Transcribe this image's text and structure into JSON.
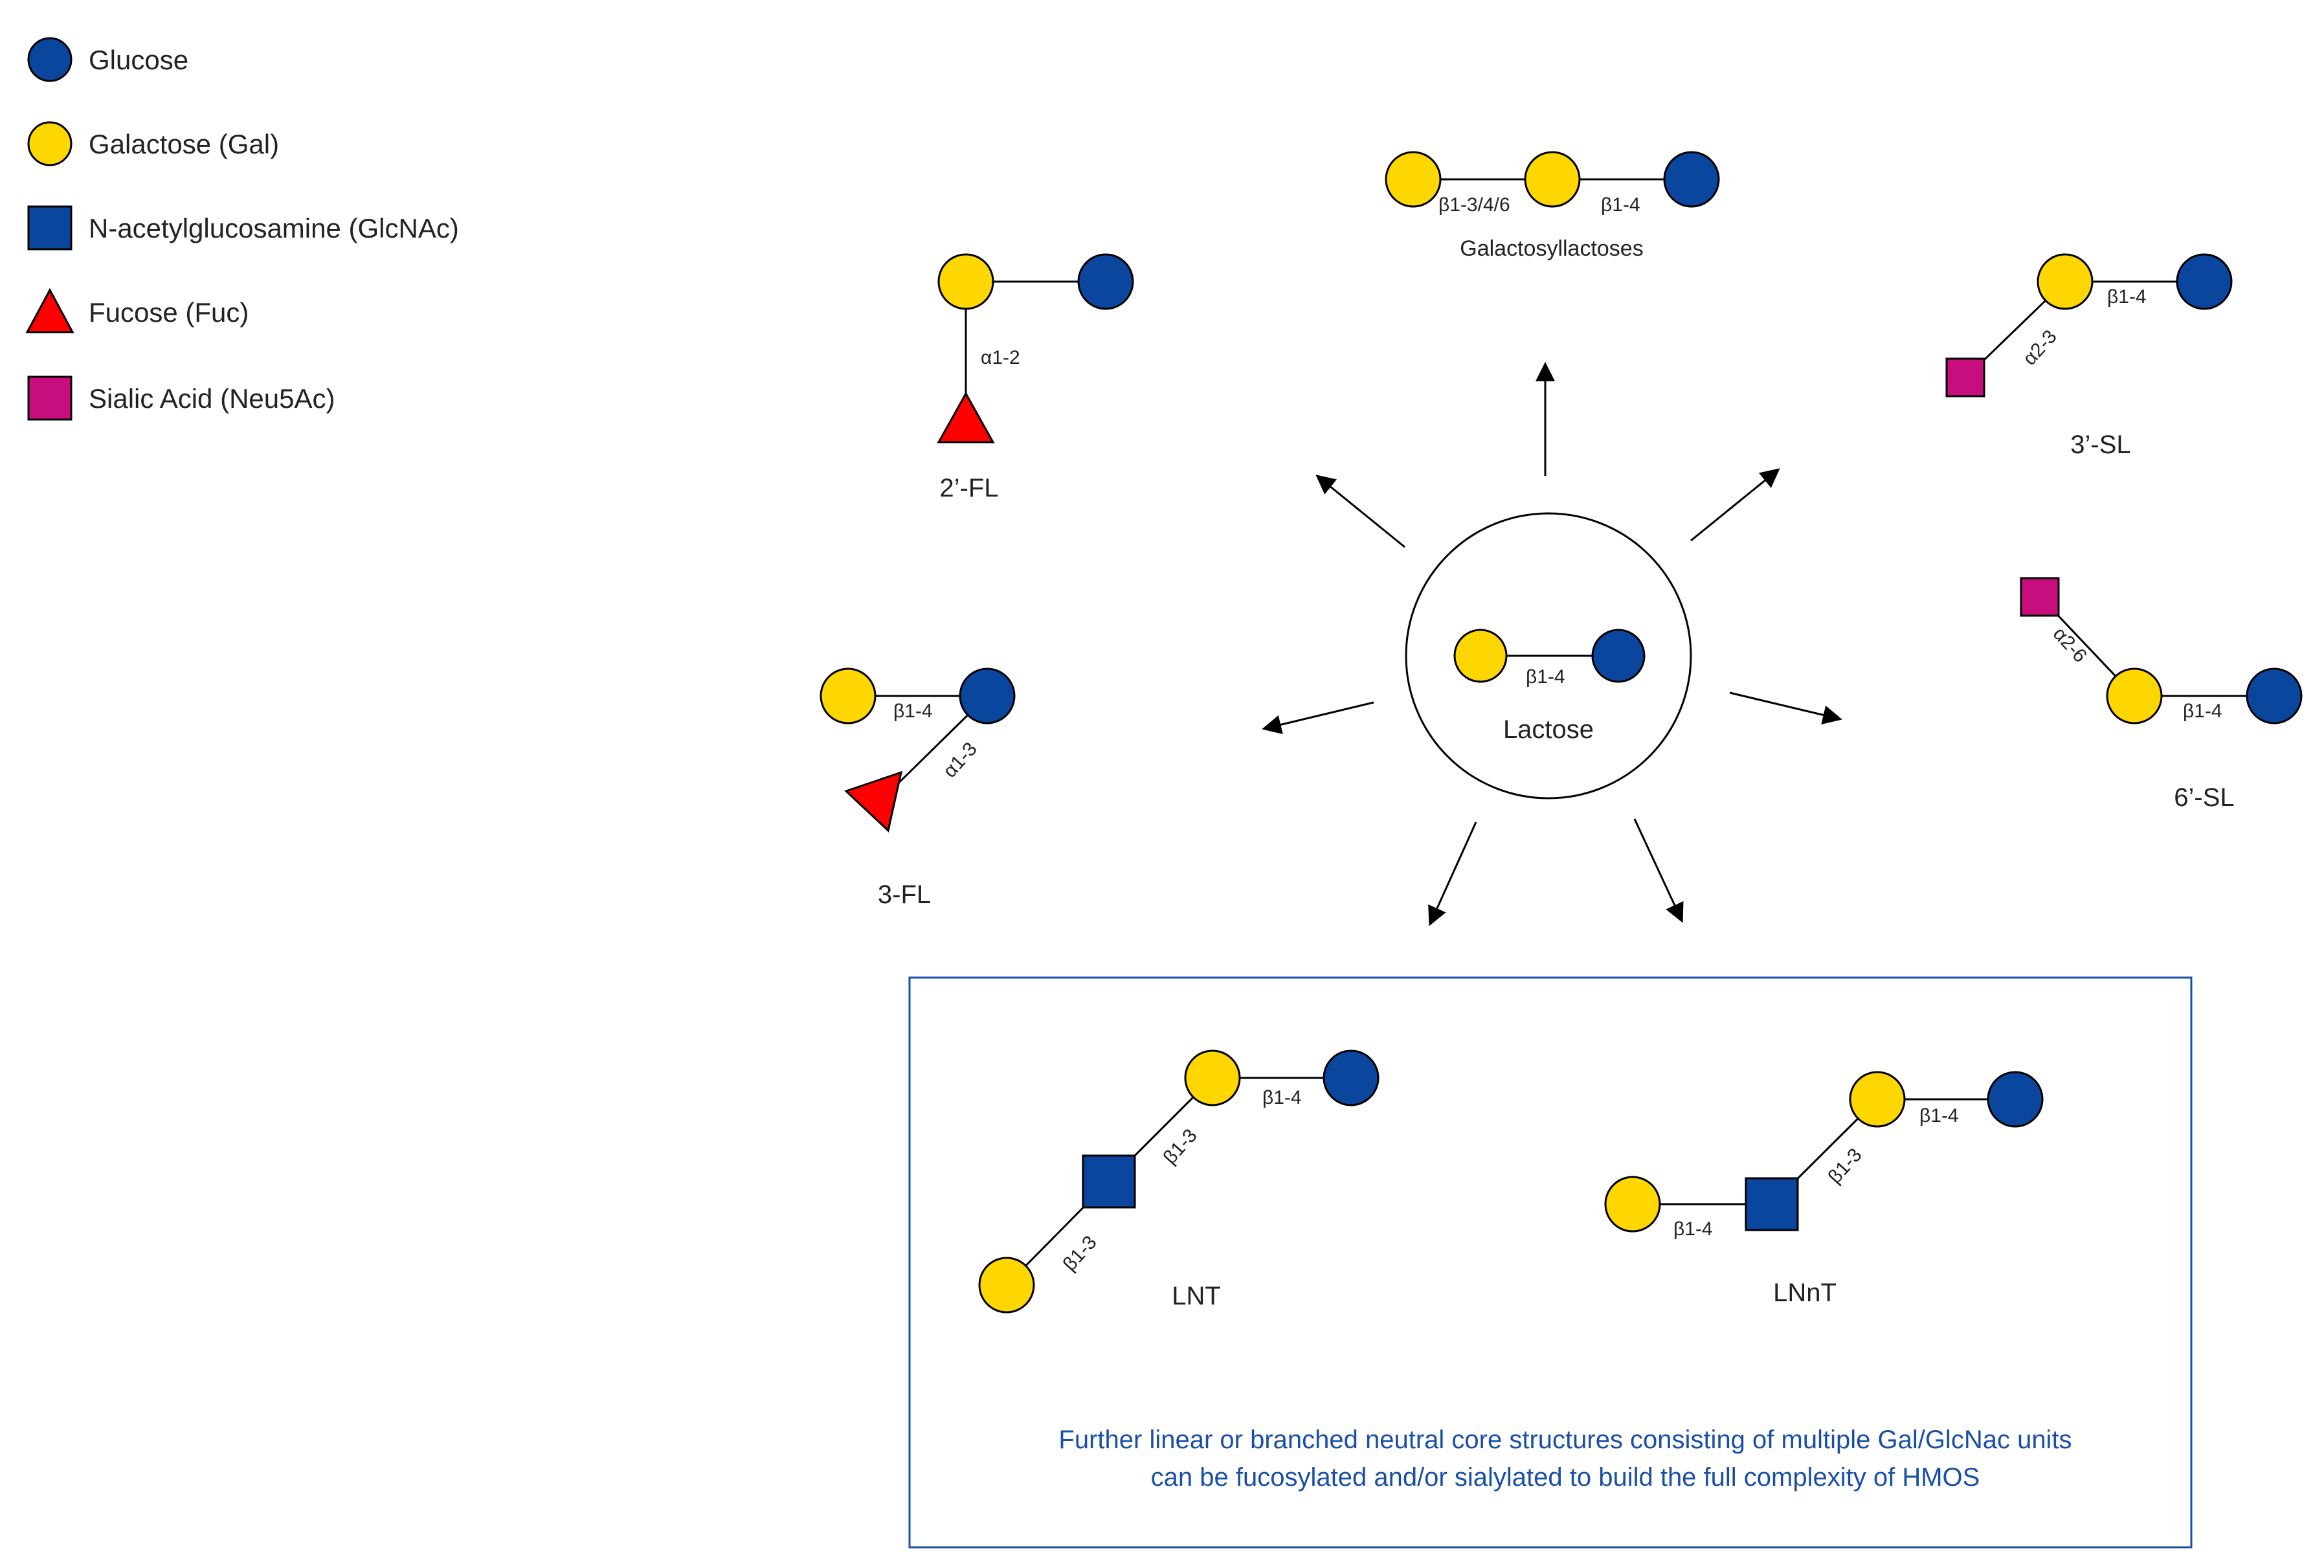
{
  "colors": {
    "glucose": "#0a469d",
    "galactose": "#ffd700",
    "glcnac": "#0a469d",
    "fucose": "#ff0000",
    "sialic": "#c80d7e",
    "box_border": "#1a4fa8",
    "note_text": "#1a4fa8"
  },
  "legend": [
    {
      "shape": "circle",
      "color": "#0a469d",
      "label": "Glucose"
    },
    {
      "shape": "circle",
      "color": "#ffd700",
      "label": "Galactose (Gal)"
    },
    {
      "shape": "square",
      "color": "#0a469d",
      "label": "N-acetylglucosamine (GlcNAc)"
    },
    {
      "shape": "triangle",
      "color": "#ff0000",
      "label": "Fucose (Fuc)"
    },
    {
      "shape": "square",
      "color": "#c80d7e",
      "label": "Sialic Acid (Neu5Ac)"
    }
  ],
  "center": {
    "name": "Lactose",
    "linkage": "β1-4"
  },
  "structures": {
    "galactosyllactoses": {
      "name": "Galactosyllactoses",
      "links": [
        "β1-3/4/6",
        "β1-4"
      ]
    },
    "fl2": {
      "name": "2’-FL",
      "links": [
        "α1-2"
      ]
    },
    "sl3": {
      "name": "3’-SL",
      "links": [
        "β1-4",
        "α2-3"
      ]
    },
    "fl3": {
      "name": "3-FL",
      "links": [
        "β1-4",
        "α1-3"
      ]
    },
    "sl6": {
      "name": "6’-SL",
      "links": [
        "α2-6",
        "β1-4"
      ]
    },
    "lnt": {
      "name": "LNT",
      "links": [
        "β1-4",
        "β1-3",
        "β1-3"
      ]
    },
    "lnnt": {
      "name": "LNnT",
      "links": [
        "β1-4",
        "β1-3",
        "β1-4"
      ]
    }
  },
  "note": {
    "line1": "Further linear or branched neutral core structures consisting of multiple Gal/GlcNac units",
    "line2": "can be fucosylated and/or sialylated to build the full complexity of HMOS"
  }
}
